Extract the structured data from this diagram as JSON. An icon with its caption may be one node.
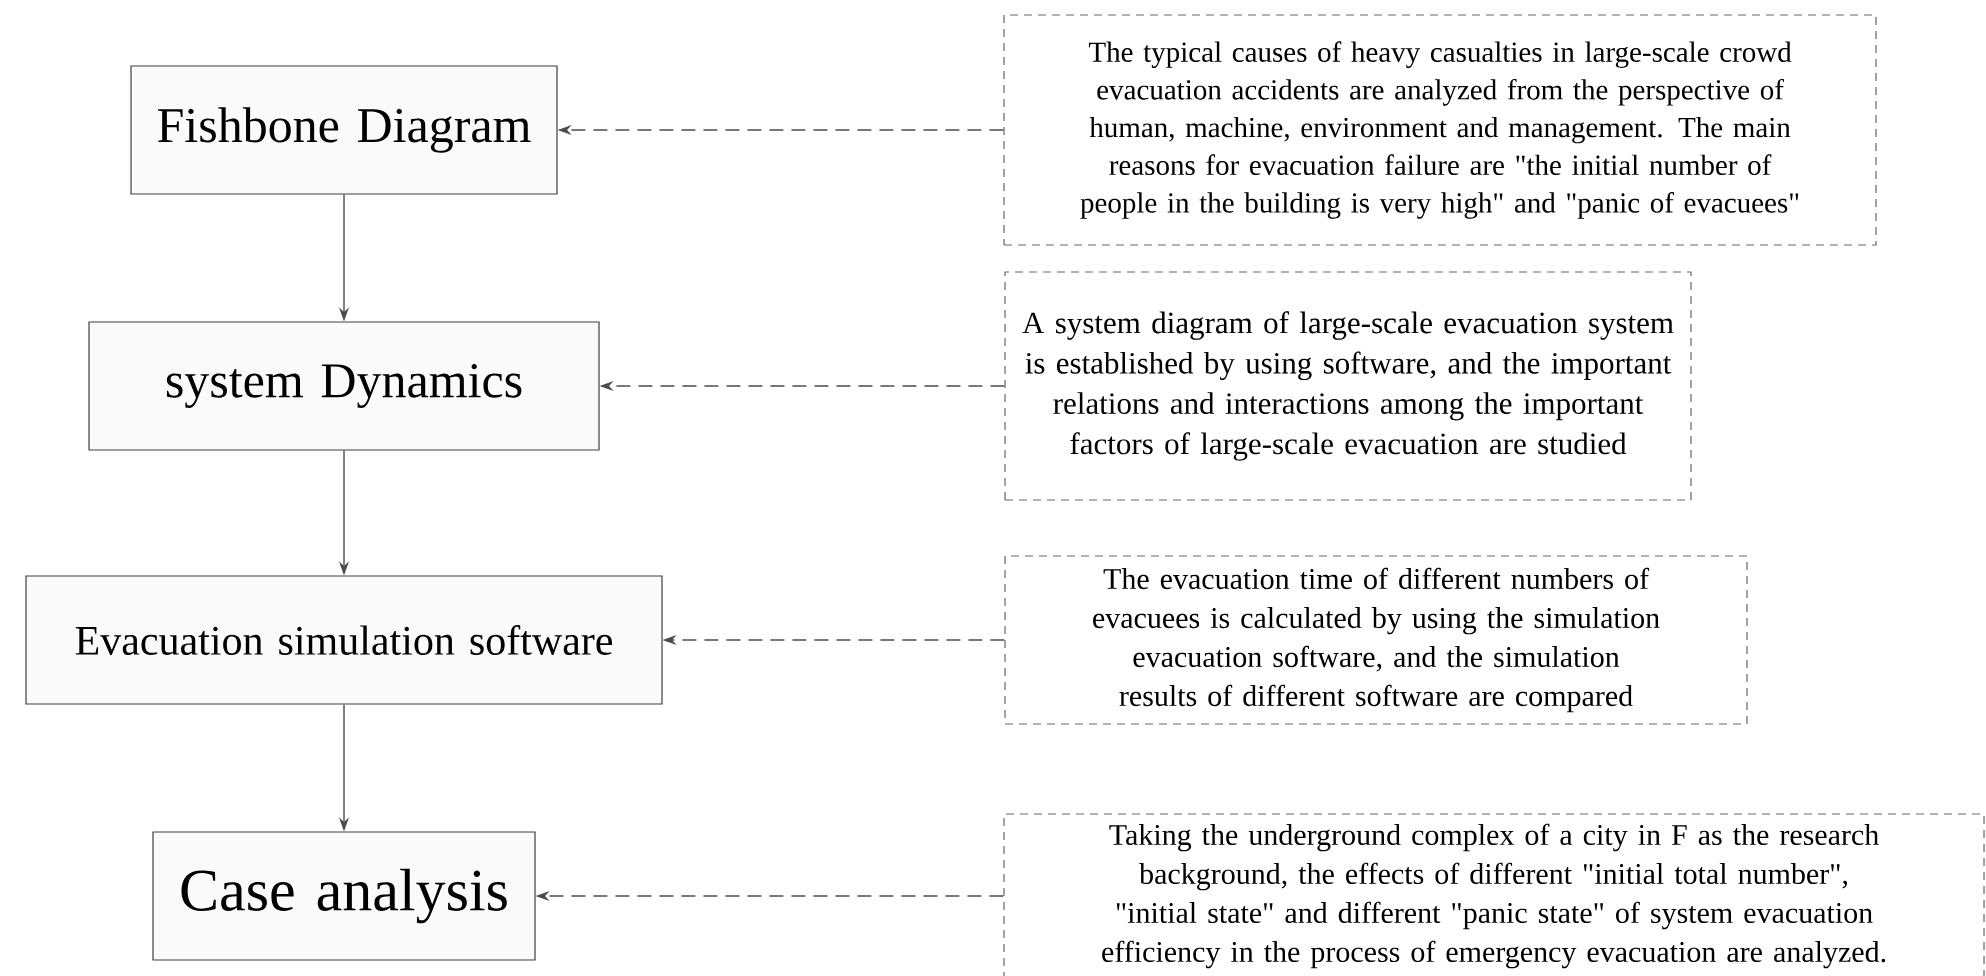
{
  "diagram": {
    "nodes": [
      {
        "text": [
          "Fishbone Diagram"
        ]
      },
      {
        "text": [
          "system Dynamics"
        ]
      },
      {
        "text": [
          "Evacuation simulation software"
        ]
      },
      {
        "text": [
          "Case analysis"
        ]
      },
      {
        "text": [
          "The typical causes of heavy casualties in large-scale crowd evacuation accidents are analyzed from the perspective of human, machine, environment and management. The main reasons for evacuation failure are \"the initial number of people in the building is very high\" and \"panic of evacuees\""
        ]
      },
      {
        "text": [
          "A system diagram of large-scale evacuation system is established by using software, and the important relations and interactions among the important factors of large-scale evacuation are studied"
        ]
      },
      {
        "text": [
          "The evacuation time of different numbers of evacuees is calculated by using the simulation evacuation software, and the simulation results of different software are compared"
        ]
      },
      {
        "text": [
          "Taking the underground complex of a city in F as the research background, the effects of different \"initial total number\", \"initial state\" and different \"panic state\" of system evacuation efficiency in the process of emergency evacuation are analyzed."
        ]
      }
    ],
    "edges": [
      {
        "from": 0,
        "to": 1,
        "arrow": "to"
      },
      {
        "from": 1,
        "to": 2,
        "arrow": "to"
      },
      {
        "from": 2,
        "to": 3,
        "arrow": "to"
      },
      {
        "from": 4,
        "to": 0,
        "arrow": "to",
        "style": "dashed"
      },
      {
        "from": 5,
        "to": 1,
        "arrow": "to",
        "style": "dashed"
      },
      {
        "from": 6,
        "to": 2,
        "arrow": "to",
        "style": "dashed"
      },
      {
        "from": 7,
        "to": 3,
        "arrow": "to",
        "style": "dashed"
      }
    ]
  }
}
